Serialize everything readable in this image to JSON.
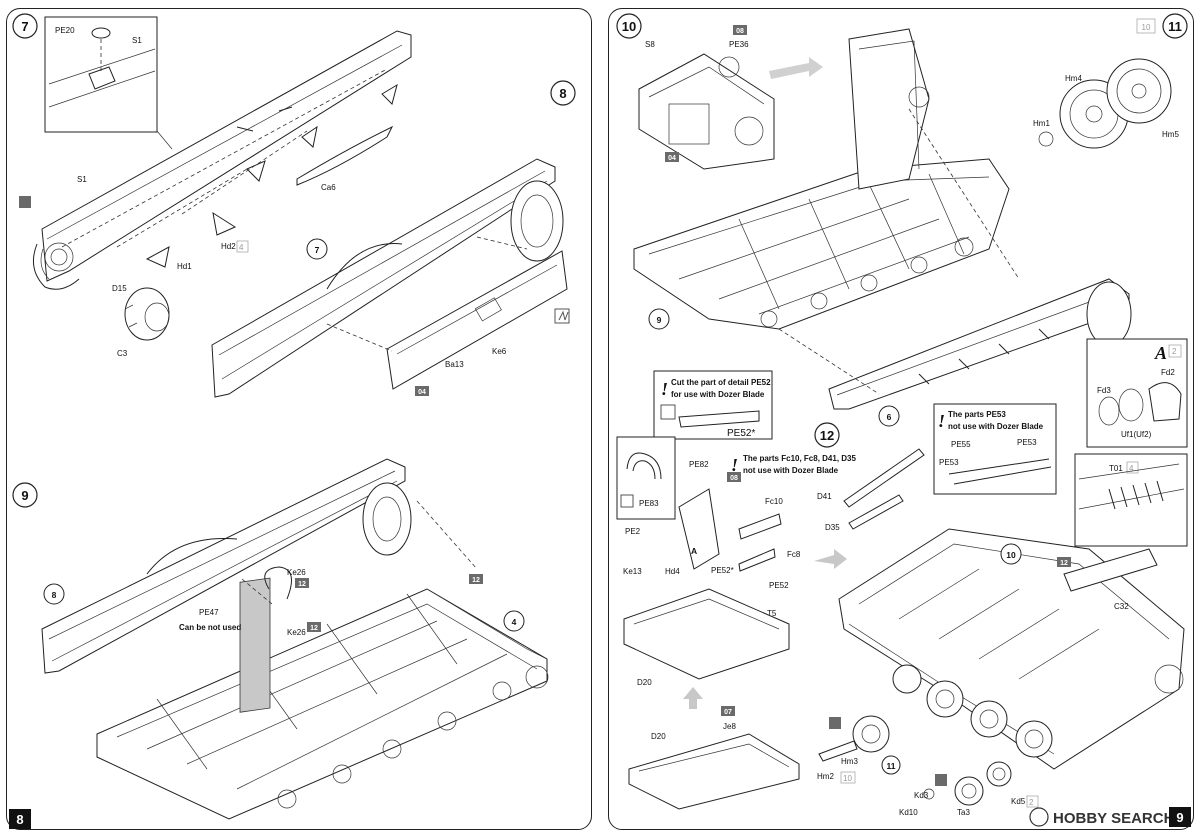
{
  "pages": {
    "left_number": "8",
    "right_number": "9"
  },
  "steps": {
    "s7": "7",
    "s8": "8",
    "s9": "9",
    "s10": "10",
    "s11": "11",
    "s12": "12",
    "ref7": "7",
    "ref8": "8",
    "ref4": "4",
    "ref10": "10",
    "ref6": "6",
    "ref11": "11",
    "ref9": "9"
  },
  "parts_left": {
    "pe20": "PE20",
    "s1_inset": "S1",
    "s1": "S1",
    "ca6": "Ca6",
    "hd2": "Hd2",
    "hd2_qty": "4",
    "hd1": "Hd1",
    "d15": "D15",
    "c3": "C3",
    "ba13": "Ba13",
    "ke6": "Ke6",
    "sprue04": "04",
    "ke26a": "Ke26",
    "ke26b": "Ke26",
    "pe47": "PE47",
    "pe47_note": "Can be not used",
    "tag12a": "12",
    "tag12b": "12",
    "tag12c": "12"
  },
  "parts_right": {
    "s8": "S8",
    "pe36": "PE36",
    "tag08": "08",
    "tag04": "04",
    "hm4": "Hm4",
    "hm1": "Hm1",
    "hm5": "Hm5",
    "qty10": "10",
    "pe52_note1": "Cut the part of detail PE52",
    "pe52_note2": "for use with Dozer Blade",
    "pe52star": "PE52*",
    "pe82": "PE82",
    "pe83": "PE83",
    "fc_note1": "The parts Fc10, Fc8, D41, D35",
    "fc_note2": "not use with Dozer Blade",
    "tag08b": "08",
    "fc10": "Fc10",
    "fc8": "Fc8",
    "pe2": "PE2",
    "ke13": "Ke13",
    "hd4": "Hd4",
    "a_label": "A",
    "pe52star2": "PE52*",
    "pe52": "PE52",
    "t5": "T5",
    "d20a": "D20",
    "d20b": "D20",
    "tag07": "07",
    "je8": "Je8",
    "d41": "D41",
    "d35": "D35",
    "pe53_note1": "The parts PE53",
    "pe53_note2": "not use with Dozer Blade",
    "pe55": "PE55",
    "pe53a": "PE53",
    "pe53b": "PE53",
    "a_mark": "A",
    "a_qty": "2",
    "fd2": "Fd2",
    "fd3": "Fd3",
    "uf1": "Uf1(Uf2)",
    "t01": "T01",
    "t01_qty": "4",
    "tag12": "12",
    "c32": "C32",
    "hm2": "Hm2",
    "hm3": "Hm3",
    "hm_qty": "10",
    "kd3": "Kd3",
    "kd10": "Kd10",
    "ta3": "Ta3",
    "kd5": "Kd5",
    "qty2": "2"
  },
  "watermark": "HOBBY SEARCH"
}
